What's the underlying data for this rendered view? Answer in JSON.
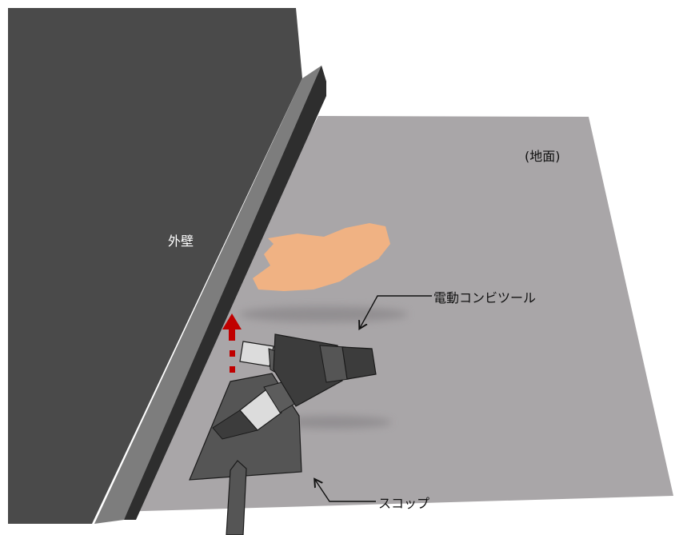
{
  "labels": {
    "ground": "(地面)",
    "outer_wall": "外壁",
    "electric_tool": "電動コンビツール",
    "shovel": "スコップ"
  },
  "colors": {
    "ground": "#a9a6a8",
    "wall_face": "#4a4a4a",
    "wall_edge_top": "#7d7d7d",
    "wall_edge_side": "#2e2e2e",
    "soil_patch": "#f0b283",
    "arrow": "#c00000",
    "tool_body": "#3c3c3c",
    "tool_tip": "#dcdcdc",
    "shovel_blade": "#555555"
  },
  "icons": [
    "red-up-arrow",
    "callout-arrow"
  ]
}
